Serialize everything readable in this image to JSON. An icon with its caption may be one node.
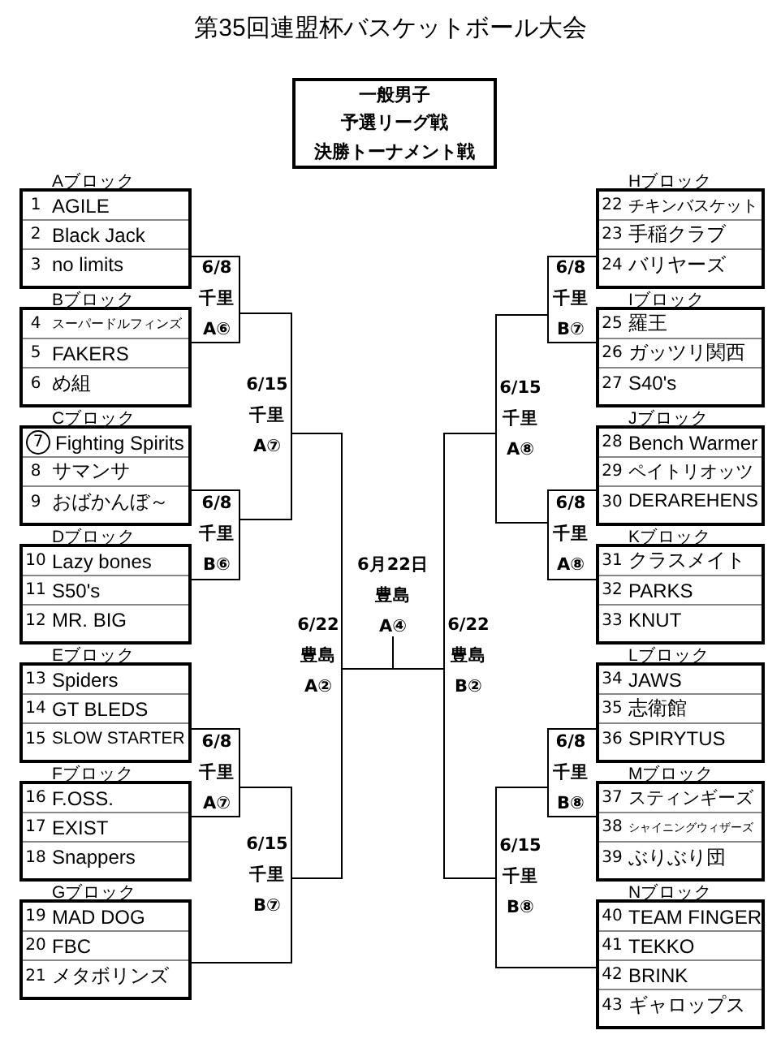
{
  "diagram": {
    "title": "第35回連盟杯バスケットボール大会",
    "nodes": [
      {
        "text": [
          "一般男子",
          "予選リーグ戦",
          "決勝トーナメント戦"
        ]
      },
      {
        "text": [
          "Aブロック"
        ]
      },
      {
        "text": [
          "1",
          "AGILE"
        ],
        "in": 1
      },
      {
        "text": [
          "2",
          "Black Jack"
        ],
        "in": 1
      },
      {
        "text": [
          "3",
          "no limits"
        ],
        "in": 1
      },
      {
        "text": [
          "Bブロック"
        ]
      },
      {
        "text": [
          "4",
          "スーパードルフィンズ"
        ],
        "in": 5
      },
      {
        "text": [
          "5",
          "FAKERS"
        ],
        "in": 5
      },
      {
        "text": [
          "6",
          "め組"
        ],
        "in": 5
      },
      {
        "text": [
          "Cブロック"
        ]
      },
      {
        "text": [
          "7",
          "Fighting Spirits"
        ],
        "in": 9
      },
      {
        "text": [
          "8",
          "サマンサ"
        ],
        "in": 9
      },
      {
        "text": [
          "9",
          "おばかんぼ～"
        ],
        "in": 9
      },
      {
        "text": [
          "Dブロック"
        ]
      },
      {
        "text": [
          "10",
          "Lazy bones"
        ],
        "in": 13
      },
      {
        "text": [
          "11",
          "S50's"
        ],
        "in": 13
      },
      {
        "text": [
          "12",
          "MR. BIG"
        ],
        "in": 13
      },
      {
        "text": [
          "Eブロック"
        ]
      },
      {
        "text": [
          "13",
          "Spiders"
        ],
        "in": 17
      },
      {
        "text": [
          "14",
          "GT BLEDS"
        ],
        "in": 17
      },
      {
        "text": [
          "15",
          "SLOW STARTER"
        ],
        "in": 17
      },
      {
        "text": [
          "Fブロック"
        ]
      },
      {
        "text": [
          "16",
          "F.OSS."
        ],
        "in": 21
      },
      {
        "text": [
          "17",
          "EXIST"
        ],
        "in": 21
      },
      {
        "text": [
          "18",
          "Snappers"
        ],
        "in": 21
      },
      {
        "text": [
          "Gブロック"
        ]
      },
      {
        "text": [
          "19",
          "MAD DOG"
        ],
        "in": 25
      },
      {
        "text": [
          "20",
          "FBC"
        ],
        "in": 25
      },
      {
        "text": [
          "21",
          "メタボリンズ"
        ],
        "in": 25
      },
      {
        "text": [
          "Hブロック"
        ]
      },
      {
        "text": [
          "22",
          "チキンバスケット"
        ],
        "in": 29
      },
      {
        "text": [
          "23",
          "手稲クラブ"
        ],
        "in": 29
      },
      {
        "text": [
          "24",
          "バリヤーズ"
        ],
        "in": 29
      },
      {
        "text": [
          "Iブロック"
        ]
      },
      {
        "text": [
          "25",
          "羅王"
        ],
        "in": 33
      },
      {
        "text": [
          "26",
          "ガッツリ関西"
        ],
        "in": 33
      },
      {
        "text": [
          "27",
          "S40's"
        ],
        "in": 33
      },
      {
        "text": [
          "Jブロック"
        ]
      },
      {
        "text": [
          "28",
          "Bench Warmer"
        ],
        "in": 37
      },
      {
        "text": [
          "29",
          "ペイトリオッツ"
        ],
        "in": 37
      },
      {
        "text": [
          "30",
          "DERAREHENS"
        ],
        "in": 37
      },
      {
        "text": [
          "Kブロック"
        ]
      },
      {
        "text": [
          "31",
          "クラスメイト"
        ],
        "in": 41
      },
      {
        "text": [
          "32",
          "PARKS"
        ],
        "in": 41
      },
      {
        "text": [
          "33",
          "KNUT"
        ],
        "in": 41
      },
      {
        "text": [
          "Lブロック"
        ]
      },
      {
        "text": [
          "34",
          "JAWS"
        ],
        "in": 45
      },
      {
        "text": [
          "35",
          "志衛館"
        ],
        "in": 45
      },
      {
        "text": [
          "36",
          "SPIRYTUS"
        ],
        "in": 45
      },
      {
        "text": [
          "Mブロック"
        ]
      },
      {
        "text": [
          "37",
          "スティンギーズ"
        ],
        "in": 49
      },
      {
        "text": [
          "38",
          "シャイニングウィザーズ"
        ],
        "in": 49
      },
      {
        "text": [
          "39",
          "ぶりぶり団"
        ],
        "in": 49
      },
      {
        "text": [
          "Nブロック"
        ]
      },
      {
        "text": [
          "40",
          "TEAM FINGER"
        ],
        "in": 53
      },
      {
        "text": [
          "41",
          "TEKKO"
        ],
        "in": 53
      },
      {
        "text": [
          "42",
          "BRINK"
        ],
        "in": 53
      },
      {
        "text": [
          "43",
          "ギャロップス"
        ],
        "in": 53
      },
      {
        "text": [
          "6/8",
          "千里",
          "A⑥"
        ]
      },
      {
        "text": [
          "6/8",
          "千里",
          "B⑥"
        ]
      },
      {
        "text": [
          "6/15",
          "千里",
          "A⑦"
        ]
      },
      {
        "text": [
          "6/8",
          "千里",
          "A⑦"
        ]
      },
      {
        "text": [
          "6/15",
          "千里",
          "B⑦"
        ]
      },
      {
        "text": [
          "6/22",
          "豊島",
          "A②"
        ]
      },
      {
        "text": [
          "6月22日",
          "豊島",
          "A④"
        ]
      },
      {
        "text": [
          "6/22",
          "豊島",
          "B②"
        ]
      },
      {
        "text": [
          "6/8",
          "千里",
          "B⑦"
        ]
      },
      {
        "text": [
          "6/15",
          "千里",
          "A⑧"
        ]
      },
      {
        "text": [
          "6/8",
          "千里",
          "A⑧"
        ]
      },
      {
        "text": [
          "6/8",
          "千里",
          "B⑧"
        ]
      },
      {
        "text": [
          "6/15",
          "千里",
          "B⑧"
        ]
      }
    ],
    "edges": [
      {
        "from": 1,
        "to": 58,
        "arrow": "none"
      },
      {
        "from": 5,
        "to": 58,
        "arrow": "none"
      },
      {
        "from": 9,
        "to": 59,
        "arrow": "none"
      },
      {
        "from": 13,
        "to": 59,
        "arrow": "none"
      },
      {
        "from": 58,
        "to": 60,
        "arrow": "none"
      },
      {
        "from": 59,
        "to": 60,
        "arrow": "none"
      },
      {
        "from": 17,
        "to": 61,
        "arrow": "none"
      },
      {
        "from": 21,
        "to": 61,
        "arrow": "none"
      },
      {
        "from": 61,
        "to": 62,
        "arrow": "none"
      },
      {
        "from": 25,
        "to": 62,
        "arrow": "none"
      },
      {
        "from": 60,
        "to": 63,
        "arrow": "none"
      },
      {
        "from": 62,
        "to": 63,
        "arrow": "none"
      },
      {
        "from": 63,
        "to": 64,
        "arrow": "none"
      },
      {
        "from": 65,
        "to": 64,
        "arrow": "none"
      },
      {
        "from": 29,
        "to": 66,
        "arrow": "none"
      },
      {
        "from": 33,
        "to": 66,
        "arrow": "none"
      },
      {
        "from": 37,
        "to": 68,
        "arrow": "none"
      },
      {
        "from": 41,
        "to": 68,
        "arrow": "none"
      },
      {
        "from": 66,
        "to": 67,
        "arrow": "none"
      },
      {
        "from": 68,
        "to": 67,
        "arrow": "none"
      },
      {
        "from": 45,
        "to": 69,
        "arrow": "none"
      },
      {
        "from": 49,
        "to": 69,
        "arrow": "none"
      },
      {
        "from": 69,
        "to": 70,
        "arrow": "none"
      },
      {
        "from": 53,
        "to": 70,
        "arrow": "none"
      },
      {
        "from": 67,
        "to": 65,
        "arrow": "none"
      },
      {
        "from": 70,
        "to": 65,
        "arrow": "none"
      }
    ]
  }
}
